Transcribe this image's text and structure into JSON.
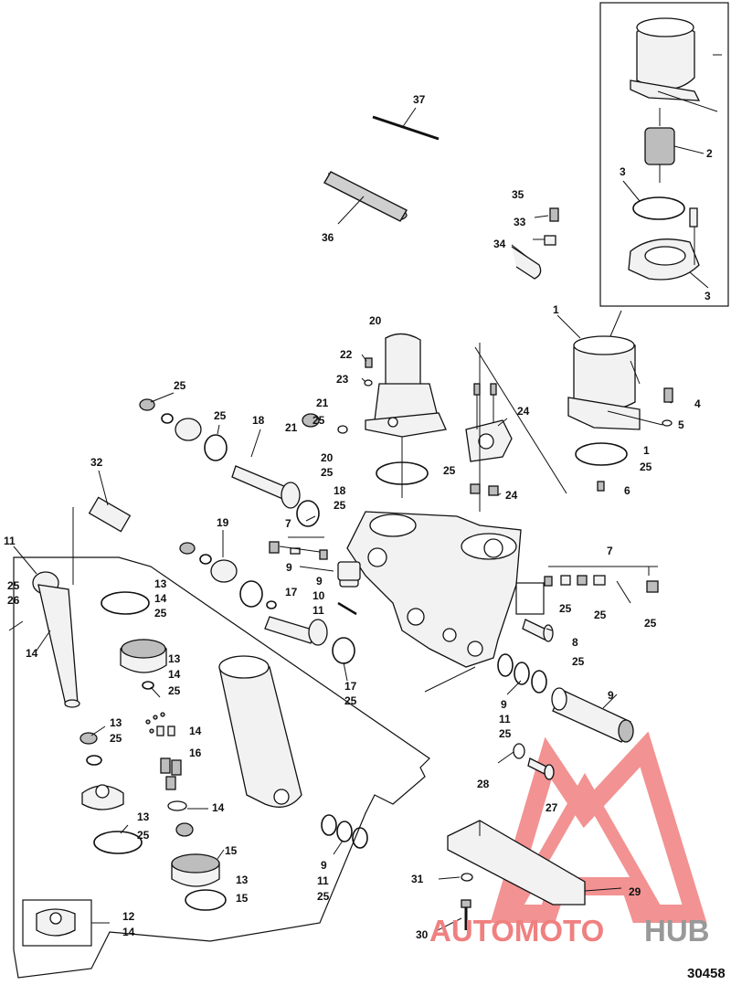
{
  "figure_number": "30458",
  "watermark": {
    "part1": "AUTOMOTO",
    "part2": "HUB",
    "color_main": "#f08080",
    "color_hub": "#999999"
  },
  "callouts": [
    {
      "id": "c37",
      "text": "37"
    },
    {
      "id": "c36",
      "text": "36"
    },
    {
      "id": "c35",
      "text": "35"
    },
    {
      "id": "c33",
      "text": "33"
    },
    {
      "id": "c34",
      "text": "34"
    },
    {
      "id": "c2",
      "text": "2"
    },
    {
      "id": "c3a",
      "text": "3"
    },
    {
      "id": "c3b",
      "text": "3"
    },
    {
      "id": "c1a",
      "text": "1"
    },
    {
      "id": "c20a",
      "text": "20"
    },
    {
      "id": "c22",
      "text": "22"
    },
    {
      "id": "c23",
      "text": "23"
    },
    {
      "id": "c21a",
      "text": "21"
    },
    {
      "id": "c25a",
      "text": "25"
    },
    {
      "id": "c21b",
      "text": "21"
    },
    {
      "id": "c20b",
      "text": "20"
    },
    {
      "id": "c25b",
      "text": "25"
    },
    {
      "id": "c24a",
      "text": "24"
    },
    {
      "id": "c4",
      "text": "4"
    },
    {
      "id": "c5",
      "text": "5"
    },
    {
      "id": "c1b",
      "text": "1"
    },
    {
      "id": "c25c",
      "text": "25"
    },
    {
      "id": "c6",
      "text": "6"
    },
    {
      "id": "c25d",
      "text": "25"
    },
    {
      "id": "c24b",
      "text": "24"
    },
    {
      "id": "c25e",
      "text": "25"
    },
    {
      "id": "c25f",
      "text": "25"
    },
    {
      "id": "c18a",
      "text": "18"
    },
    {
      "id": "c18b",
      "text": "18"
    },
    {
      "id": "c25g",
      "text": "25"
    },
    {
      "id": "c32",
      "text": "32"
    },
    {
      "id": "c7a",
      "text": "7"
    },
    {
      "id": "c19",
      "text": "19"
    },
    {
      "id": "c9a",
      "text": "9"
    },
    {
      "id": "c9b",
      "text": "9"
    },
    {
      "id": "c10",
      "text": "10"
    },
    {
      "id": "c11a",
      "text": "11"
    },
    {
      "id": "c7b",
      "text": "7"
    },
    {
      "id": "c25h",
      "text": "25"
    },
    {
      "id": "c25i",
      "text": "25"
    },
    {
      "id": "c25j",
      "text": "25"
    },
    {
      "id": "c11b",
      "text": "11"
    },
    {
      "id": "c25k",
      "text": "25"
    },
    {
      "id": "c26",
      "text": "26"
    },
    {
      "id": "c13a",
      "text": "13"
    },
    {
      "id": "c14a",
      "text": "14"
    },
    {
      "id": "c25l",
      "text": "25"
    },
    {
      "id": "c17a",
      "text": "17"
    },
    {
      "id": "c8",
      "text": "8"
    },
    {
      "id": "c25m",
      "text": "25"
    },
    {
      "id": "c14b",
      "text": "14"
    },
    {
      "id": "c13b",
      "text": "13"
    },
    {
      "id": "c14c",
      "text": "14"
    },
    {
      "id": "c25n",
      "text": "25"
    },
    {
      "id": "c17b",
      "text": "17"
    },
    {
      "id": "c25o",
      "text": "25"
    },
    {
      "id": "c9c",
      "text": "9"
    },
    {
      "id": "c9d",
      "text": "9"
    },
    {
      "id": "c11c",
      "text": "11"
    },
    {
      "id": "c25p",
      "text": "25"
    },
    {
      "id": "c13c",
      "text": "13"
    },
    {
      "id": "c25q",
      "text": "25"
    },
    {
      "id": "c14d",
      "text": "14"
    },
    {
      "id": "c16",
      "text": "16"
    },
    {
      "id": "c28",
      "text": "28"
    },
    {
      "id": "c27",
      "text": "27"
    },
    {
      "id": "c13d",
      "text": "13"
    },
    {
      "id": "c25r",
      "text": "25"
    },
    {
      "id": "c14e",
      "text": "14"
    },
    {
      "id": "c15a",
      "text": "15"
    },
    {
      "id": "c9e",
      "text": "9"
    },
    {
      "id": "c11d",
      "text": "11"
    },
    {
      "id": "c25s",
      "text": "25"
    },
    {
      "id": "c13e",
      "text": "13"
    },
    {
      "id": "c15b",
      "text": "15"
    },
    {
      "id": "c31",
      "text": "31"
    },
    {
      "id": "c29",
      "text": "29"
    },
    {
      "id": "c12",
      "text": "12"
    },
    {
      "id": "c14f",
      "text": "14"
    },
    {
      "id": "c30",
      "text": "30"
    }
  ]
}
